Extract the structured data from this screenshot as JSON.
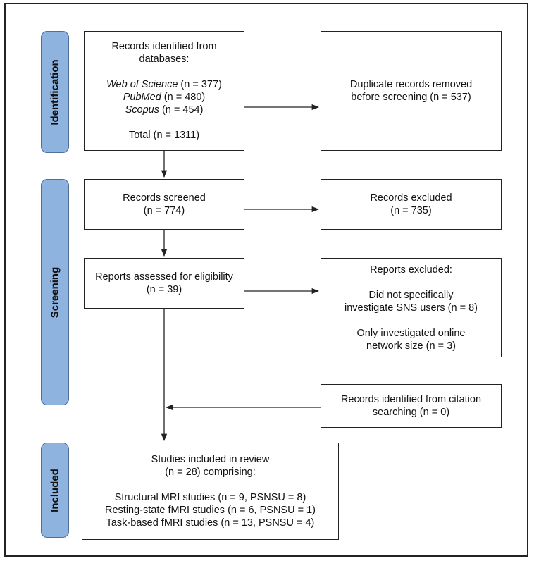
{
  "phases": {
    "identification": "Identification",
    "screening": "Screening",
    "included": "Included"
  },
  "records_identified": {
    "heading_line1": "Records identified from",
    "heading_line2": "databases:",
    "db1_name": "Web of Science",
    "db1_count": " (n = 377)",
    "db2_name": "PubMed",
    "db2_count": " (n = 480)",
    "db3_name": "Scopus",
    "db3_count": " (n = 454)",
    "total": "Total (n = 1311)"
  },
  "duplicates_removed": {
    "line1": "Duplicate records removed",
    "line2": "before screening (n = 537)"
  },
  "records_screened": {
    "line1": "Records screened",
    "line2": "(n = 774)"
  },
  "records_excluded": {
    "line1": "Records excluded",
    "line2": "(n = 735)"
  },
  "reports_assessed": {
    "line1": "Reports assessed for eligibility",
    "line2": "(n = 39)"
  },
  "reports_excluded": {
    "title": "Reports excluded:",
    "reason1_line1": "Did not specifically",
    "reason1_line2": "investigate SNS users (n = 8)",
    "reason2_line1": "Only investigated online",
    "reason2_line2": "network size (n = 3)"
  },
  "citation_searching": {
    "line1": "Records identified from citation",
    "line2": "searching (n = 0)"
  },
  "studies_included": {
    "line1": "Studies included in review",
    "line2": "(n = 28) comprising:",
    "item1": "Structural MRI studies (n = 9, PSNSU = 8)",
    "item2": "Resting-state fMRI studies (n = 6, PSNSU = 1)",
    "item3": "Task-based fMRI studies (n = 13, PSNSU = 4)"
  },
  "colors": {
    "phase_fill": "#8fb3df",
    "phase_border": "#4c6f9b",
    "line": "#222222"
  }
}
